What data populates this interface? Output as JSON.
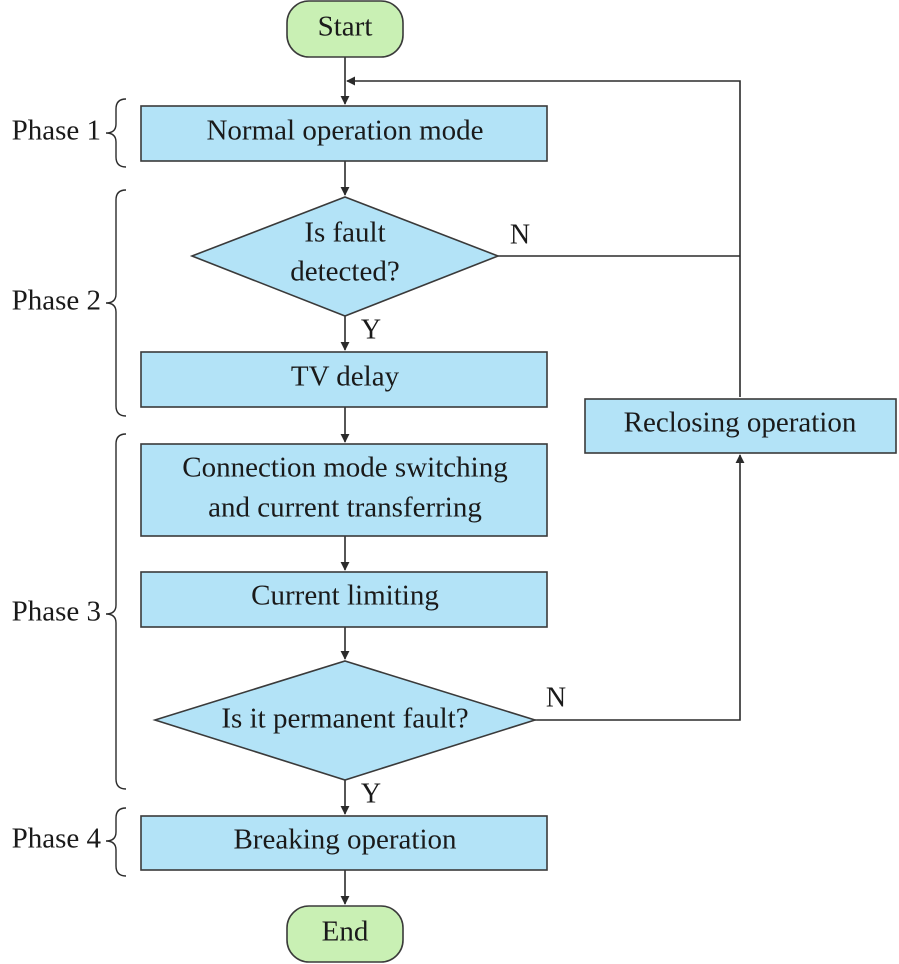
{
  "nodes": {
    "start": "Start",
    "normal": "Normal operation mode",
    "fault_q1": "Is fault",
    "fault_q2": "detected?",
    "tv_delay": "TV delay",
    "switch1": "Connection mode switching",
    "switch2": "and current transferring",
    "limit": "Current limiting",
    "perm": "Is it permanent fault?",
    "breaking": "Breaking operation",
    "reclosing": "Reclosing operation",
    "end": "End"
  },
  "branches": {
    "no": "N",
    "yes": "Y"
  },
  "phases": [
    "Phase 1",
    "Phase 2",
    "Phase 3",
    "Phase 4"
  ],
  "colors": {
    "process_fill": "#b3e3f7",
    "terminal_fill": "#c9f0b4",
    "stroke": "#3a3a3a"
  }
}
